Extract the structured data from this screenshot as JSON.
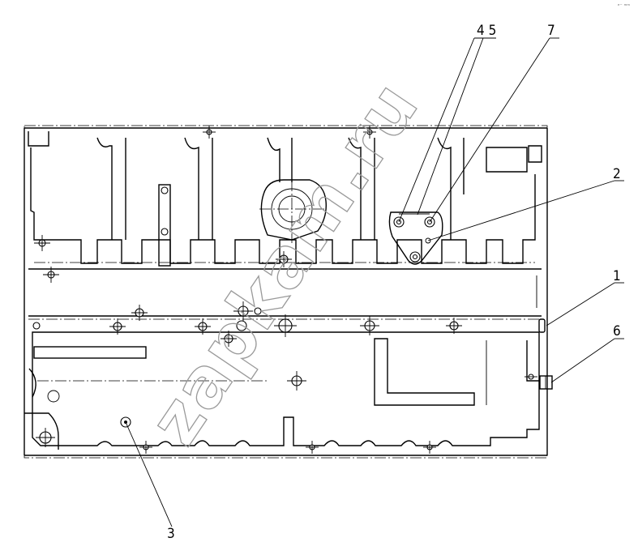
{
  "callouts": [
    {
      "id": "c1",
      "label": "1"
    },
    {
      "id": "c2",
      "label": "2"
    },
    {
      "id": "c3",
      "label": "3"
    },
    {
      "id": "c45",
      "label": "4 5"
    },
    {
      "id": "c6",
      "label": "6"
    },
    {
      "id": "c7",
      "label": "7"
    }
  ],
  "watermark": "zapkam.ru",
  "corner_mark": "ᵉ⁻ ᵐᵐ"
}
